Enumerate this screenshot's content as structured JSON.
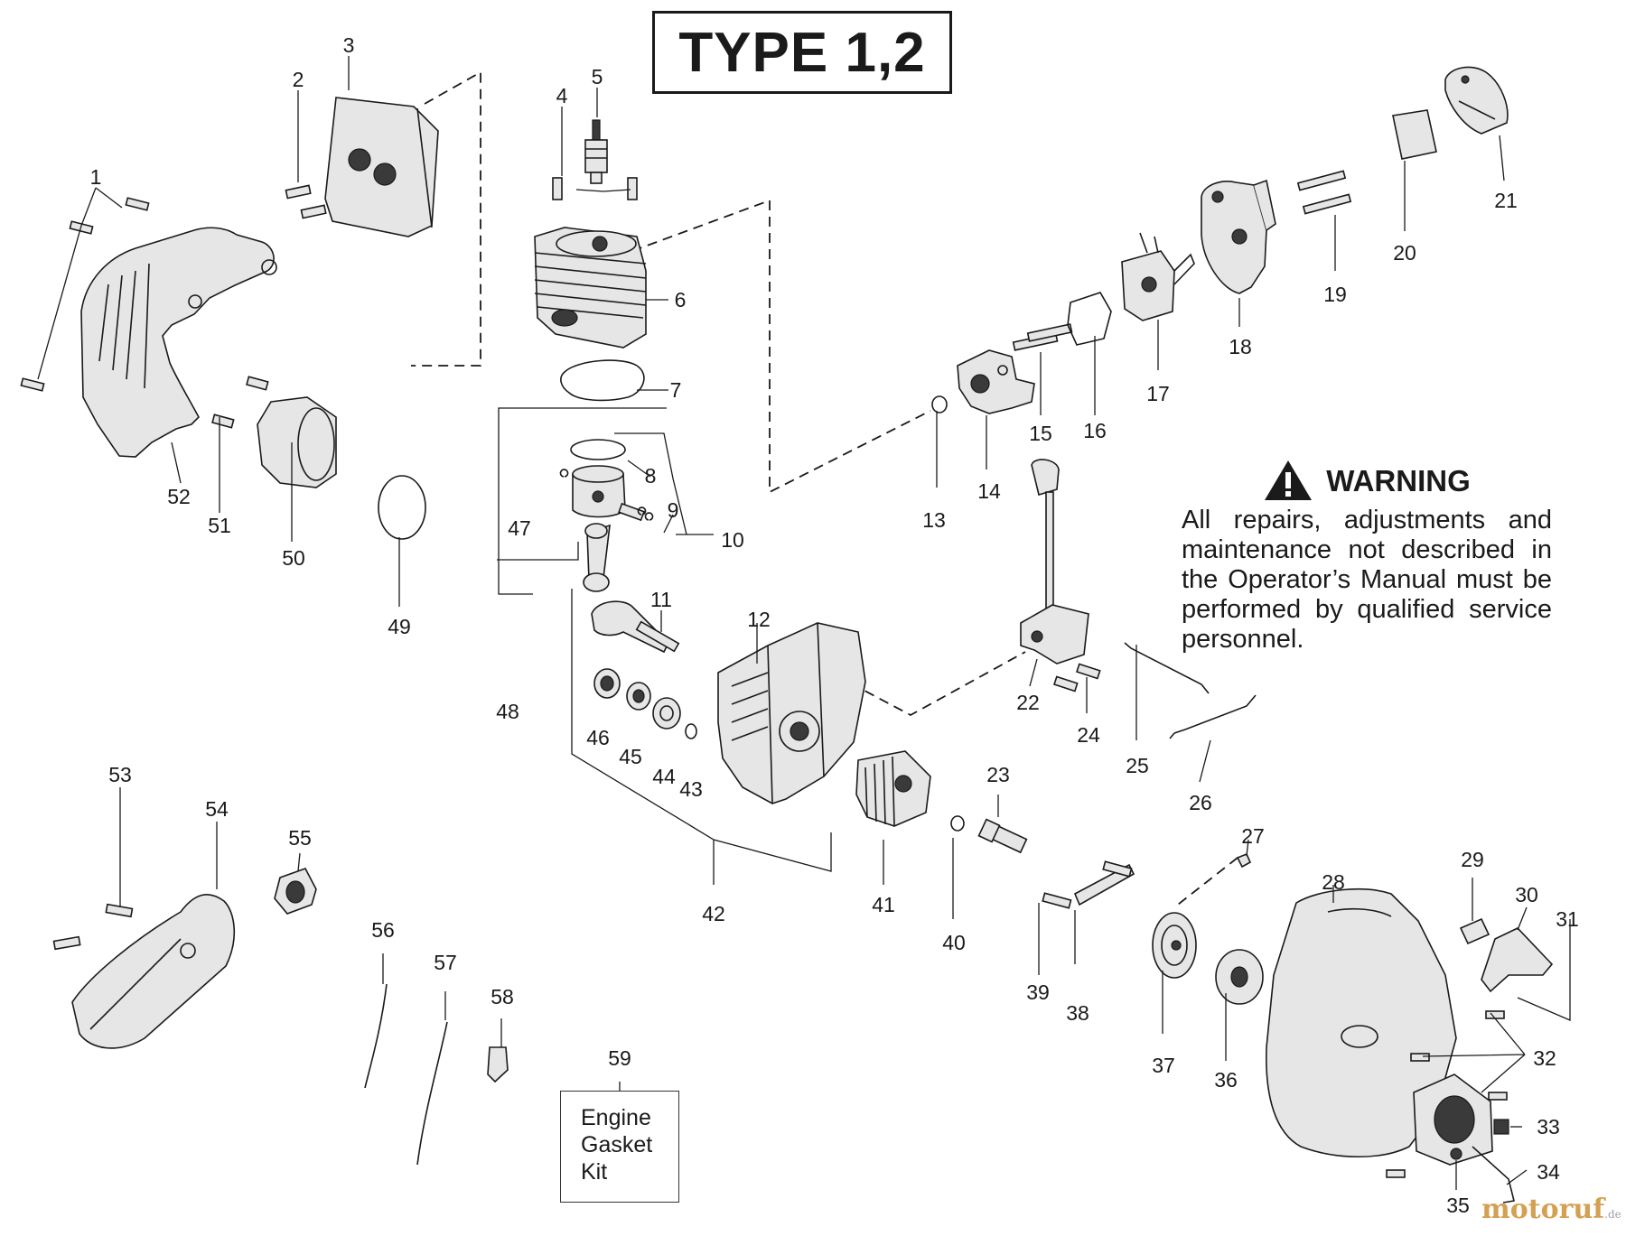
{
  "title": "TYPE 1,2",
  "warning": {
    "heading": "WARNING",
    "icon": "warning-triangle-icon",
    "text": "All repairs, adjustments and maintenance not described in the Operator’s Manual must be performed by qualified service personnel."
  },
  "kit_box": {
    "number": "59",
    "lines": [
      "Engine",
      "Gasket",
      "Kit"
    ]
  },
  "watermark": {
    "text": "motoruf",
    "suffix": ".de"
  },
  "callouts": [
    "1",
    "2",
    "3",
    "4",
    "5",
    "6",
    "7",
    "8",
    "9",
    "10",
    "11",
    "12",
    "13",
    "14",
    "15",
    "16",
    "17",
    "18",
    "19",
    "20",
    "21",
    "22",
    "23",
    "24",
    "25",
    "26",
    "27",
    "28",
    "29",
    "30",
    "31",
    "32",
    "33",
    "34",
    "35",
    "36",
    "37",
    "38",
    "39",
    "40",
    "41",
    "42",
    "43",
    "44",
    "45",
    "46",
    "47",
    "48",
    "49",
    "50",
    "51",
    "52",
    "53",
    "54",
    "55",
    "56",
    "57",
    "58"
  ]
}
